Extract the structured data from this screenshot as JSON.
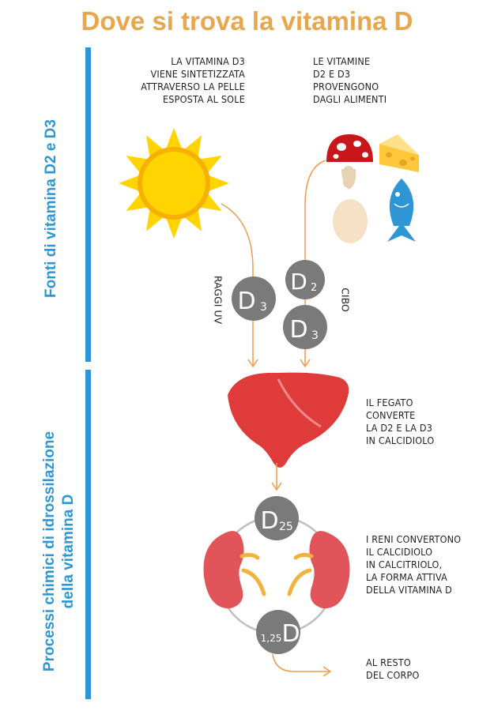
{
  "title": "Dove si trova la vitamina D",
  "sections": {
    "top_label": "Fonti di vitamina D2 e D3",
    "bottom_label": "Processi chimici di idrossilazione\ndella vitamina D"
  },
  "notes": {
    "sun": "LA VITAMINA D3\nVIENE SINTETIZZATA\nATTRAVERSO LA PELLE\nESPOSTA AL SOLE",
    "food": "LE VITAMINE\nD2 E D3\nPROVENGONO\nDAGLI ALIMENTI",
    "uv": "RAGGI UV",
    "cibo": "CIBO",
    "liver": "IL FEGATO\nCONVERTE\nLA D2 E LA D3\nIN CALCIDIOLO",
    "kidney": "I RENI CONVERTONO\nIL CALCIDIOLO\nIN CALCITRIOLO,\nLA FORMA ATTIVA\nDELLA VITAMINA D",
    "body": "AL RESTO\nDEL CORPO"
  },
  "molecules": {
    "d3_uv": {
      "main": "D",
      "sub": "3"
    },
    "d2_food": {
      "main": "D",
      "sub": "2"
    },
    "d3_food": {
      "main": "D",
      "sub": "3"
    },
    "d25": {
      "main": "D",
      "sub": "25"
    },
    "d125": {
      "pre": "1,25",
      "main": "D"
    }
  },
  "colors": {
    "title": "#E8A64E",
    "sidebar": "#2E96D5",
    "arrow": "#EE9B4A",
    "circle": "#7A7A7A",
    "liver": "#E03B3B",
    "kidney": "#E0545A",
    "sun": "#FFD400",
    "fish": "#2E96D5"
  }
}
